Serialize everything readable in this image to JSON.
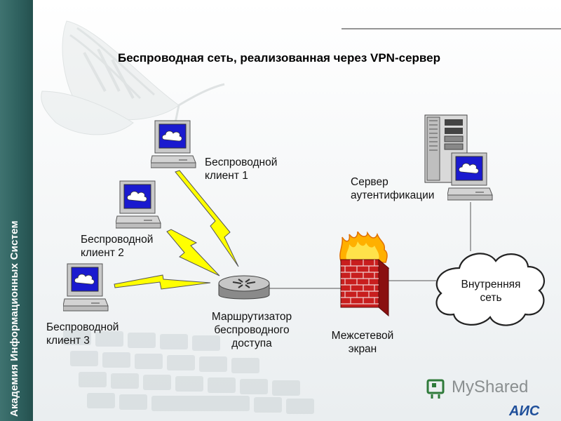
{
  "title": "Беспроводная сеть, реализованная через VPN-сервер",
  "sidebar_text": "Академия Информационных Систем",
  "labels": {
    "client1": "Беспроводной\nклиент 1",
    "client2": "Беспроводной\nклиент 2",
    "client3": "Беспроводной\nклиент 3",
    "router": "Маршрутизатор\nбеспроводного\nдоступа",
    "firewall": "Межсетевой\nэкран",
    "auth_server": "Сервер\nаутентификации",
    "internal_network": "Внутренняя\nсеть"
  },
  "watermark": "MyShared",
  "brand_logo_text": "АИС",
  "icons": {
    "computer": "computer-icon",
    "router": "router-icon",
    "firewall": "firewall-icon",
    "server": "server-icon",
    "cloud": "cloud-icon",
    "lightning": "wireless-link-icon"
  },
  "colors": {
    "sidebar": "#2f615f",
    "screen": "#1a1acf",
    "fire": "#ffb000",
    "bricks": "#c81e1e",
    "link": "#ffff00"
  }
}
